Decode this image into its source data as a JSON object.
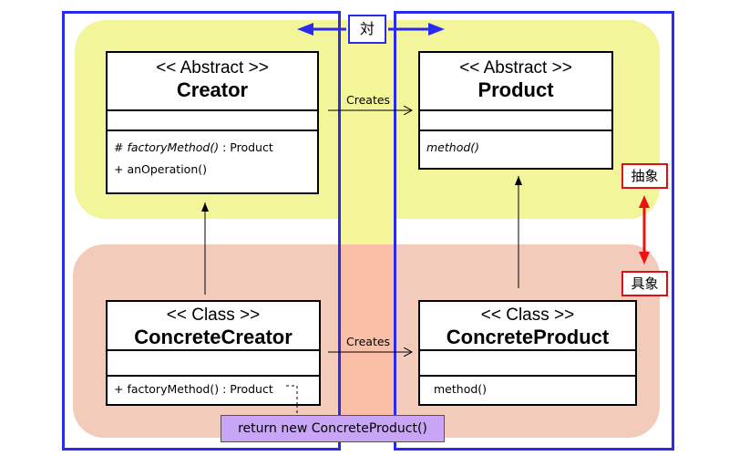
{
  "diagram": {
    "center_tag": "対",
    "abstract_tag": "抽象",
    "concrete_tag": "具象",
    "creator": {
      "stereotype": "<< Abstract >>",
      "name": "Creator",
      "ops": [
        "# factoryMethod()",
        " : Product",
        "+ anOperation()"
      ]
    },
    "product": {
      "stereotype": "<< Abstract >>",
      "name": "Product",
      "ops": [
        "method()"
      ]
    },
    "concrete_creator": {
      "stereotype": "<< Class >>",
      "name": "ConcreteCreator",
      "ops": [
        "+ factoryMethod() : Product"
      ]
    },
    "concrete_product": {
      "stereotype": "<< Class >>",
      "name": "ConcreteProduct",
      "ops": [
        "method()"
      ]
    },
    "relations": {
      "top_creates": "Creates",
      "bottom_creates": "Creates"
    },
    "note": "return new ConcreteProduct()",
    "colors": {
      "abstract_band": "#f2f59a",
      "concrete_band": "#f2cbbb",
      "panel_border": "#2b2bef",
      "tag_border": "#d11111",
      "note_fill": "#c9a6f5"
    }
  }
}
